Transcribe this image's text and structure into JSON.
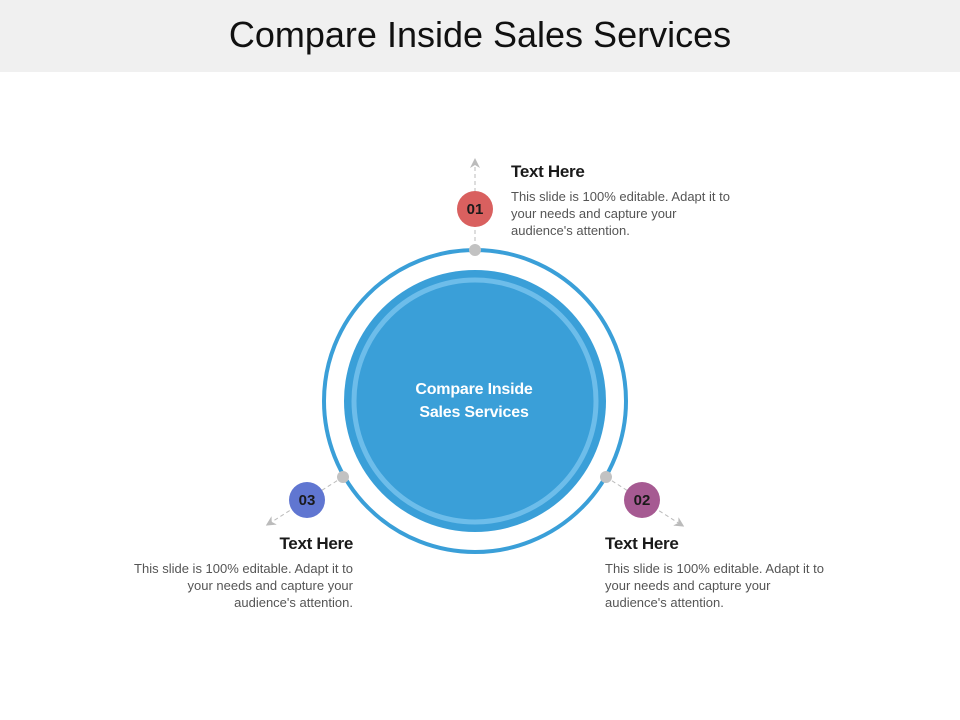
{
  "title": "Compare Inside Sales Services",
  "center": {
    "line1": "Compare Inside",
    "line2": "Sales Services"
  },
  "items": [
    {
      "number": "01",
      "heading": "Text Here",
      "body": "This slide is 100% editable. Adapt it to your needs and capture your audience's attention.",
      "color": "#d9605f"
    },
    {
      "number": "02",
      "heading": "Text Here",
      "body": "This slide is 100% editable. Adapt it to your needs and capture your audience's attention.",
      "color": "#a65a92"
    },
    {
      "number": "03",
      "heading": "Text Here",
      "body": "This slide is 100% editable. Adapt it to your needs and capture your audience's attention.",
      "color": "#6076d1"
    }
  ],
  "colors": {
    "ring": "#3a9fd8",
    "inner_ring": "#6dbdea",
    "connector": "#bbbbbb",
    "title_bar": "#f0f0f0"
  }
}
